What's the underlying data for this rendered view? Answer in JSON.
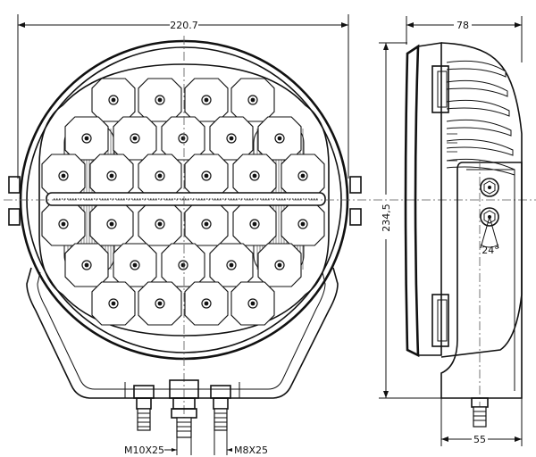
{
  "drawing": {
    "front_view": {
      "overall_width": "220.7",
      "thread_left": "M10X25",
      "thread_right": "M8X25"
    },
    "side_view": {
      "depth": "78",
      "height": "234,5",
      "angle": "24°",
      "base_width": "55"
    }
  }
}
